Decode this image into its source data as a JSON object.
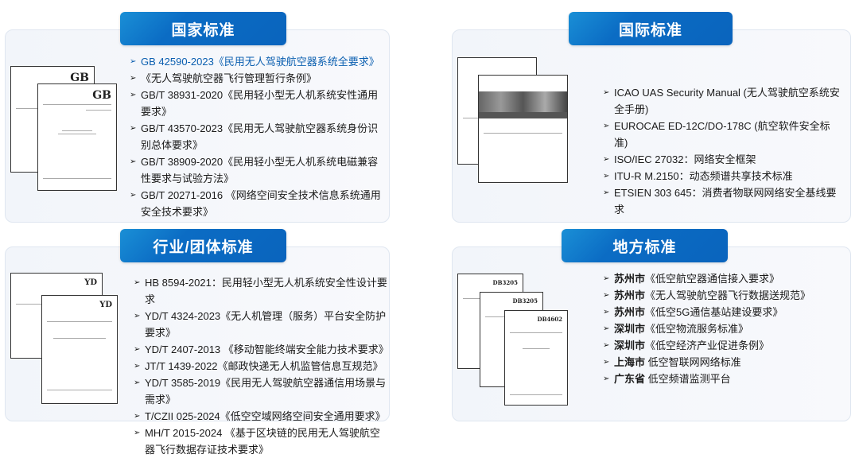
{
  "national": {
    "title": "国家标准",
    "doc_logos": [
      "GB",
      "GB"
    ],
    "items": [
      "GB 42590-2023《民用无人驾驶航空器系统全要求》",
      "《无人驾驶航空器飞行管理暂行条例》",
      "GB/T 38931-2020《民用轻小型无人机系统安性通用要求》",
      "GB/T 43570-2023《民用无人驾驶航空器系统身份识别总体要求》",
      "GB/T 38909-2020《民用轻小型无人机系统电磁兼容性要求与试验方法》",
      "GB/T 20271-2016 《网络空间安全技术信息系统通用安全技术要求》"
    ]
  },
  "international": {
    "title": "国际标准",
    "items": [
      "ICAO UAS Security Manual (无人驾驶航空系统安全手册)",
      "EUROCAE ED-12C/DO-178C (航空软件安全标准)",
      "ISO/IEC 27032：网络安全框架",
      "ITU-R M.2150：动态频谱共享技术标准",
      "ETSIEN 303 645：消费者物联网网络安全基线要求"
    ]
  },
  "industry": {
    "title": "行业/团体标准",
    "doc_logos": [
      "YD",
      "YD"
    ],
    "items": [
      "HB 8594-2021：民用轻小型无人机系统安全性设计要求",
      "YD/T 4324-2023《无人机管理（服务）平台安全防护要求》",
      "YD/T 2407-2013 《移动智能终端安全能力技术要求》",
      "JT/T 1439-2022《邮政快递无人机监管信息互规范》",
      "YD/T 3585-2019《民用无人驾驶航空器通信用场景与需求》",
      "T/CZII 025-2024《低空空域网络空间安全通用要求》",
      "MH/T 2015-2024 《基于区块链的民用无人驾驶航空器飞行数据存证技术要求》"
    ]
  },
  "local": {
    "title": "地方标准",
    "doc_logos": [
      "DB3205",
      "DB3205",
      "DB4602"
    ],
    "items": [
      {
        "region": "苏州市",
        "name": "《低空航空器通信接入要求》"
      },
      {
        "region": "苏州市",
        "name": "《无人驾驶航空器飞行数据送规范》"
      },
      {
        "region": "苏州市",
        "name": "《低空5G通信基站建设要求》"
      },
      {
        "region": "深圳市",
        "name": "《低空物流服务标准》"
      },
      {
        "region": "深圳市",
        "name": "《低空经济产业促进条例》"
      },
      {
        "region": "上海市",
        "name": " 低空智联网网络标准"
      },
      {
        "region": "广东省",
        "name": " 低空频谱监测平台"
      }
    ]
  },
  "arrow_glyph": "➢"
}
